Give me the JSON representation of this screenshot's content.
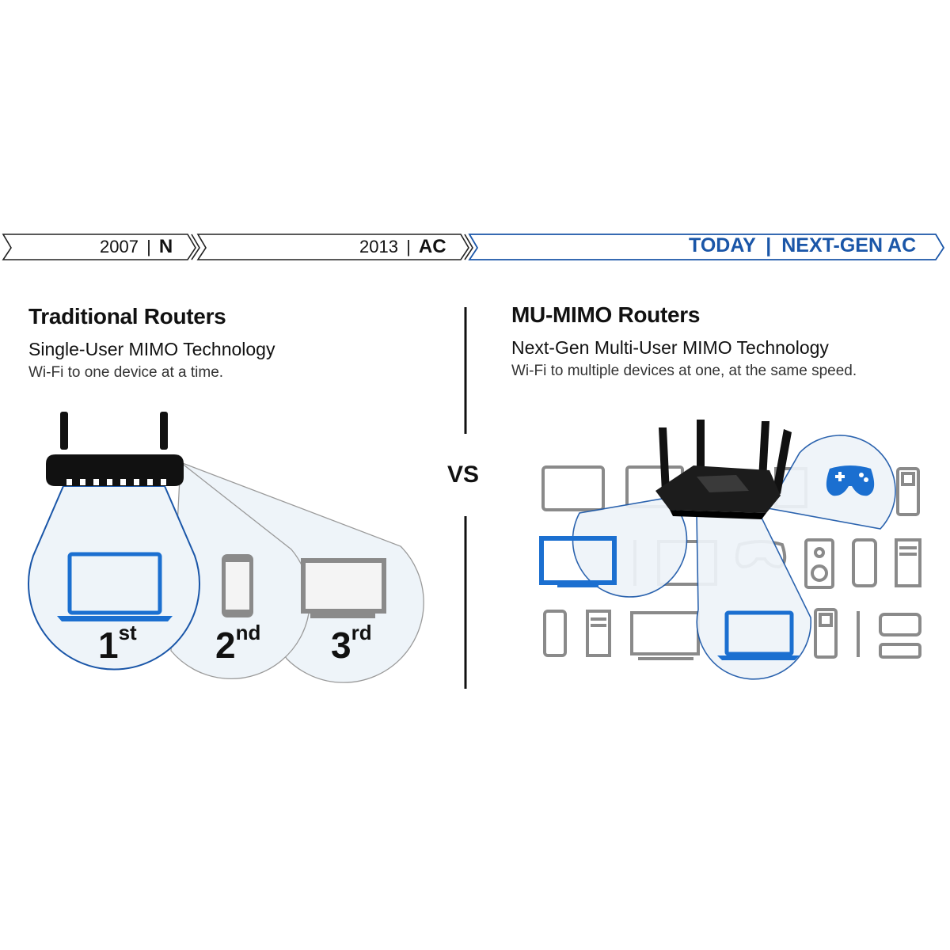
{
  "timeline": [
    {
      "year": "2007",
      "sep": "|",
      "standard": "N"
    },
    {
      "year": "2013",
      "sep": "|",
      "standard": "AC"
    },
    {
      "year": "TODAY",
      "sep": "|",
      "standard": "NEXT-GEN AC"
    }
  ],
  "left": {
    "title": "Traditional Routers",
    "subtitle": "Single-User MIMO Technology",
    "description": "Wi-Fi to one device at a time.",
    "order": [
      {
        "num": "1",
        "suffix": "st"
      },
      {
        "num": "2",
        "suffix": "nd"
      },
      {
        "num": "3",
        "suffix": "rd"
      }
    ]
  },
  "divider": {
    "label": "VS"
  },
  "right": {
    "title": "MU-MIMO Routers",
    "subtitle": "Next-Gen Multi-User MIMO Technology",
    "description": "Wi-Fi to multiple devices at one, at the same speed."
  },
  "colors": {
    "accent": "#1a56a8",
    "highlight": "#1b6fd0",
    "bubble_fill": "#eef4f9",
    "gray_icon": "#8a8a8a",
    "dark": "#111111"
  },
  "icons": [
    "router-icon",
    "laptop-icon",
    "smartphone-icon",
    "monitor-icon",
    "tablet-icon",
    "gamepad-icon",
    "speaker-icon",
    "desktop-tower-icon",
    "power-outlet-icon",
    "usb-stick-icon",
    "usb-cable-icon",
    "media-box-icon"
  ]
}
